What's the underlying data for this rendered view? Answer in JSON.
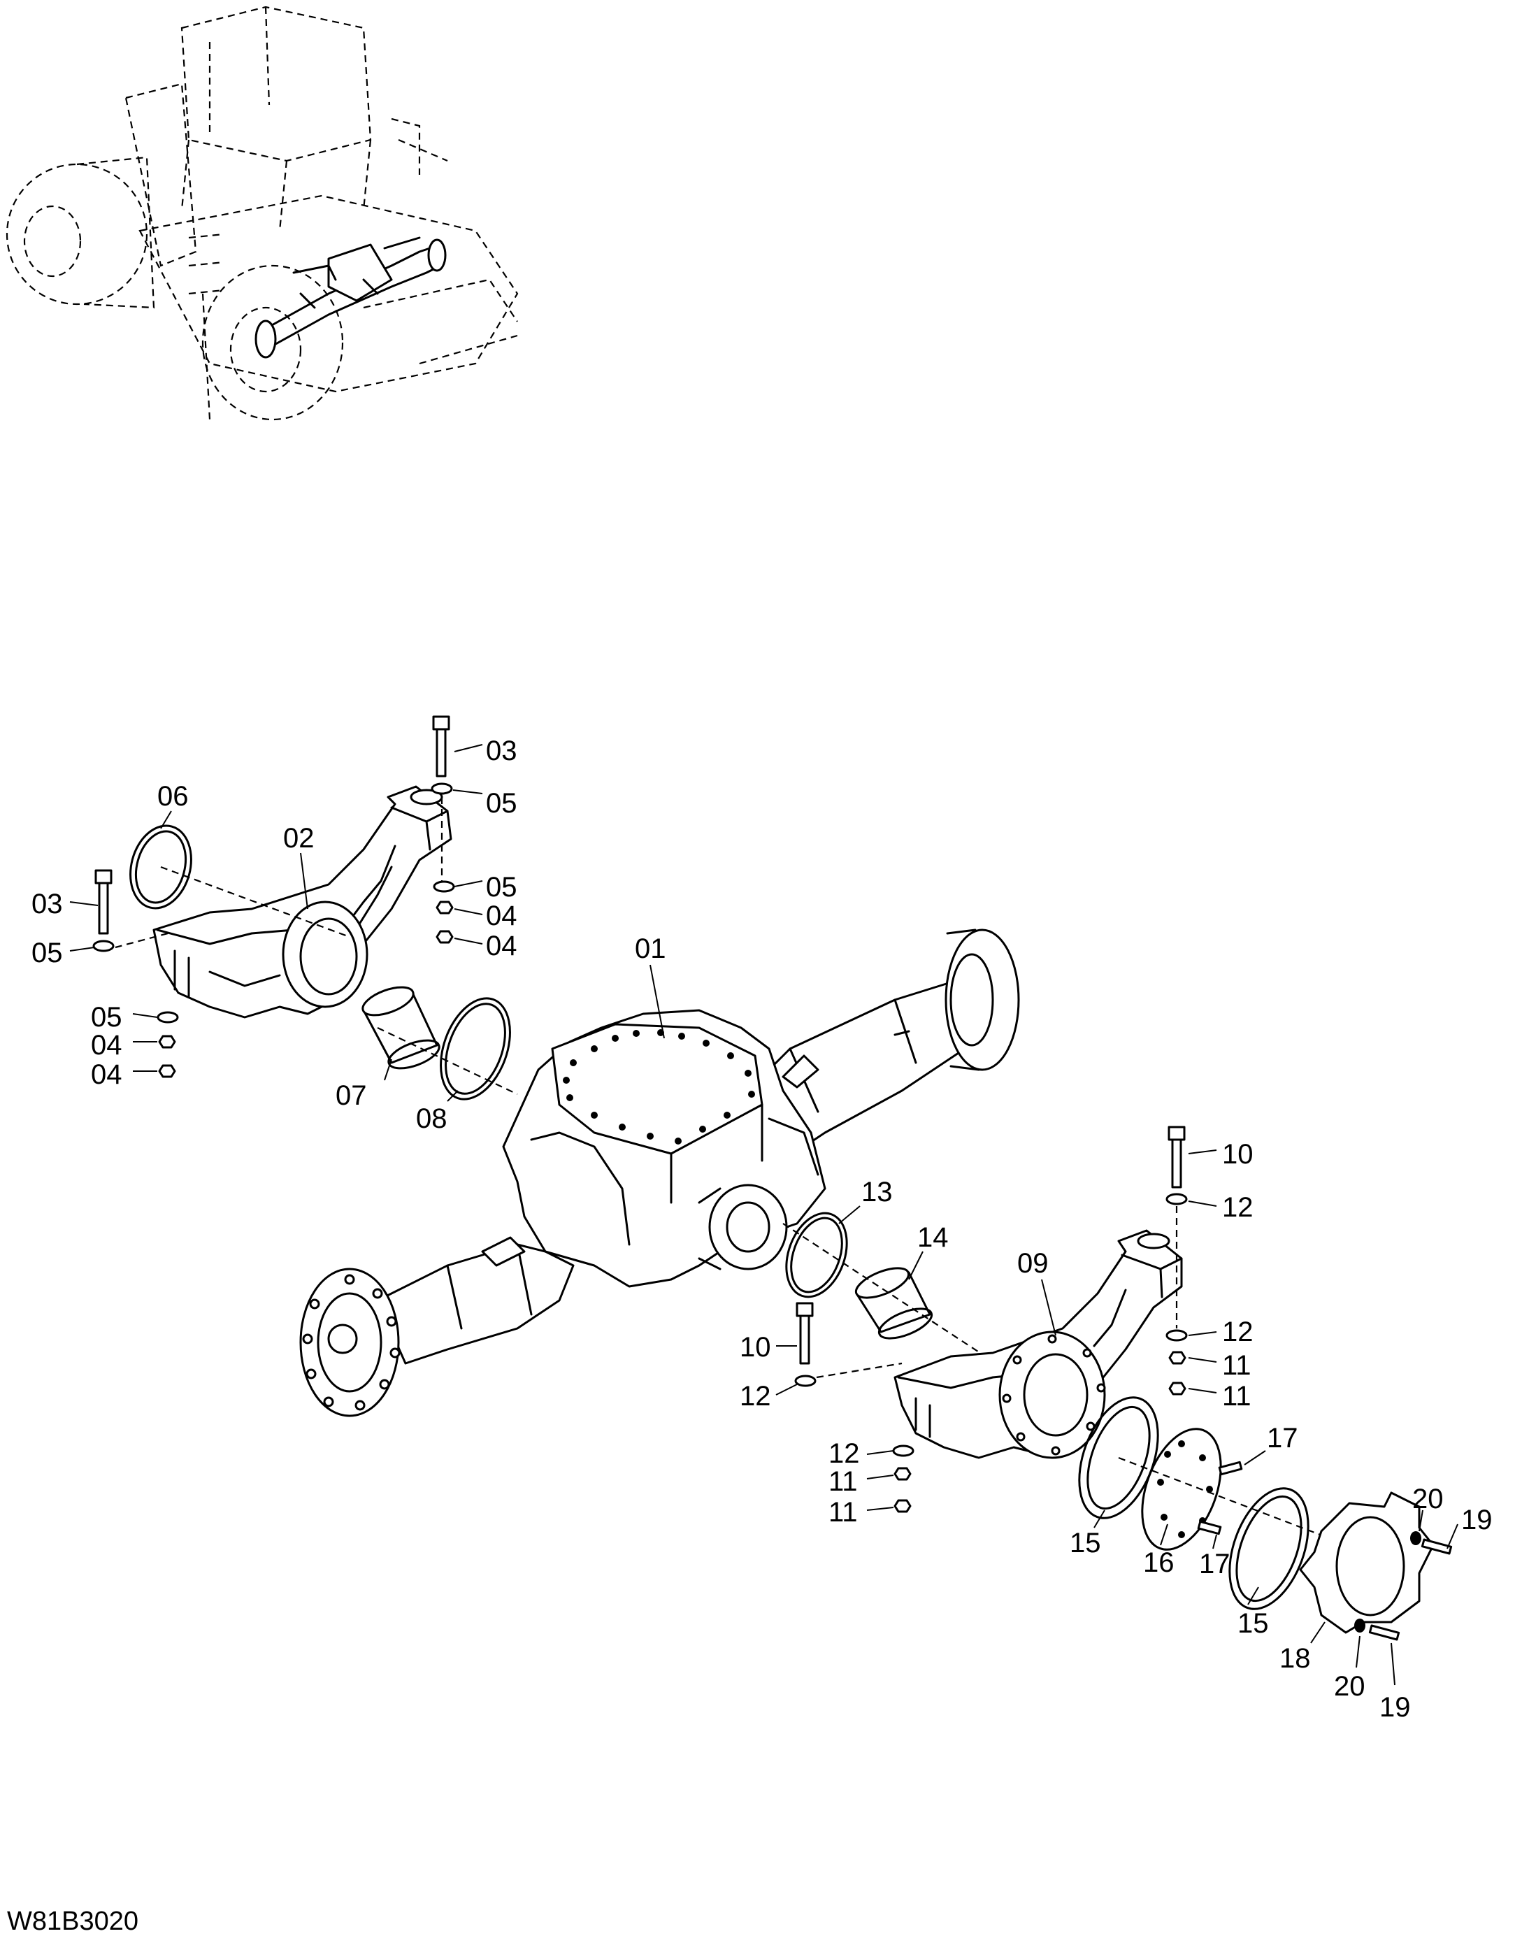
{
  "drawing_code": "W81B3020",
  "callouts": [
    {
      "id": "c03a",
      "text": "03"
    },
    {
      "id": "c05a",
      "text": "05"
    },
    {
      "id": "c06",
      "text": "06"
    },
    {
      "id": "c02",
      "text": "02"
    },
    {
      "id": "c05b",
      "text": "05"
    },
    {
      "id": "c04a",
      "text": "04"
    },
    {
      "id": "c04b",
      "text": "04"
    },
    {
      "id": "c03b",
      "text": "03"
    },
    {
      "id": "c05c",
      "text": "05"
    },
    {
      "id": "c01",
      "text": "01"
    },
    {
      "id": "c05d",
      "text": "05"
    },
    {
      "id": "c04c",
      "text": "04"
    },
    {
      "id": "c04d",
      "text": "04"
    },
    {
      "id": "c07",
      "text": "07"
    },
    {
      "id": "c08",
      "text": "08"
    },
    {
      "id": "c10a",
      "text": "10"
    },
    {
      "id": "c12a",
      "text": "12"
    },
    {
      "id": "c13",
      "text": "13"
    },
    {
      "id": "c14",
      "text": "14"
    },
    {
      "id": "c09",
      "text": "09"
    },
    {
      "id": "c12b",
      "text": "12"
    },
    {
      "id": "c11a",
      "text": "11"
    },
    {
      "id": "c11b",
      "text": "11"
    },
    {
      "id": "c10b",
      "text": "10"
    },
    {
      "id": "c12c",
      "text": "12"
    },
    {
      "id": "c12d",
      "text": "12"
    },
    {
      "id": "c11c",
      "text": "11"
    },
    {
      "id": "c11d",
      "text": "11"
    },
    {
      "id": "c17a",
      "text": "17"
    },
    {
      "id": "c15a",
      "text": "15"
    },
    {
      "id": "c16",
      "text": "16"
    },
    {
      "id": "c17b",
      "text": "17"
    },
    {
      "id": "c15b",
      "text": "15"
    },
    {
      "id": "c20a",
      "text": "20"
    },
    {
      "id": "c19a",
      "text": "19"
    },
    {
      "id": "c18",
      "text": "18"
    },
    {
      "id": "c20b",
      "text": "20"
    },
    {
      "id": "c19b",
      "text": "19"
    }
  ]
}
